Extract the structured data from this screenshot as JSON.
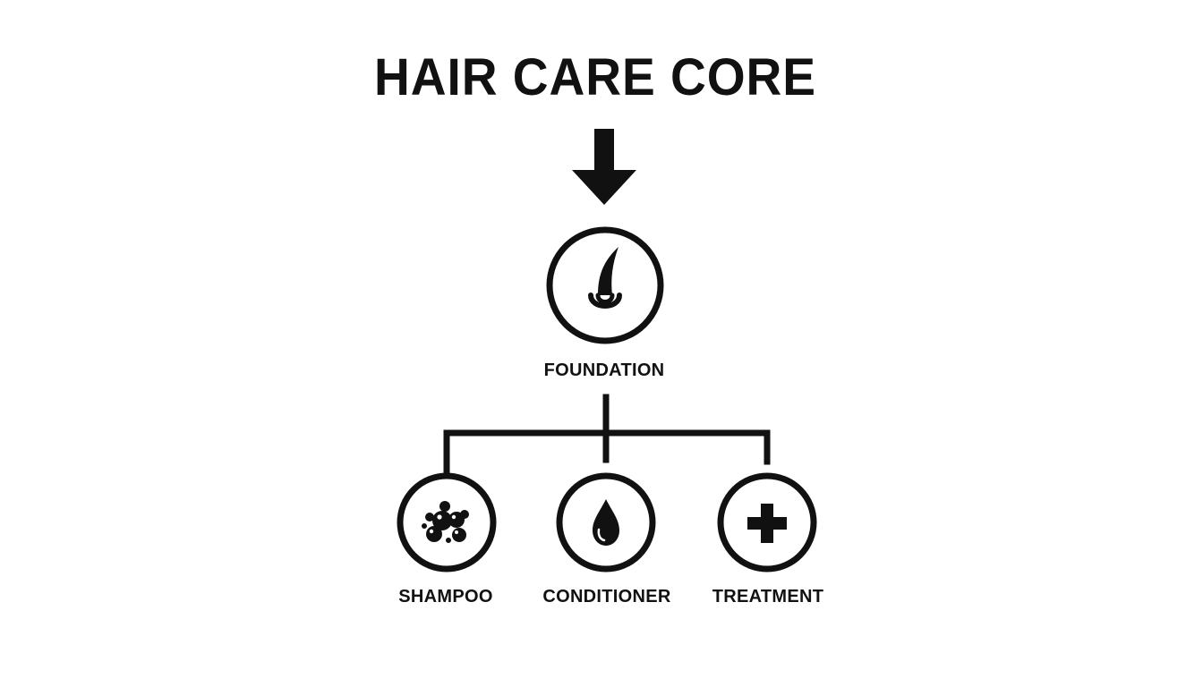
{
  "title": "HAIR CARE CORE",
  "root": {
    "label": "FOUNDATION",
    "icon": "hair-follicle-icon"
  },
  "children": [
    {
      "label": "SHAMPOO",
      "icon": "bubbles-icon"
    },
    {
      "label": "CONDITIONER",
      "icon": "droplet-icon"
    },
    {
      "label": "TREATMENT",
      "icon": "plus-icon"
    }
  ],
  "colors": {
    "ink": "#111111",
    "background": "#ffffff"
  }
}
